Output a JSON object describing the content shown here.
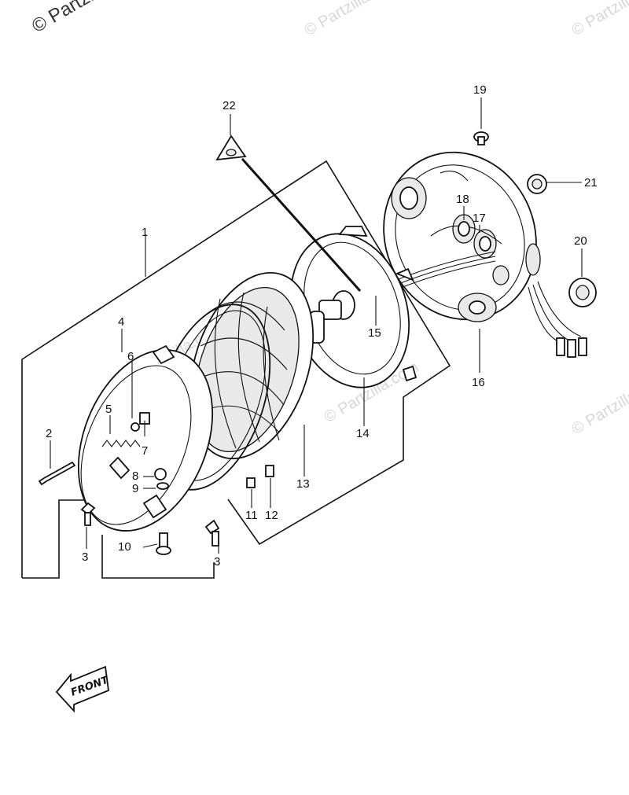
{
  "watermark": {
    "text": "© Partzilla.com",
    "corner_text": "© Partzilla"
  },
  "callouts": [
    {
      "id": "c1",
      "text": "1"
    },
    {
      "id": "c2",
      "text": "2"
    },
    {
      "id": "c3a",
      "text": "3"
    },
    {
      "id": "c3b",
      "text": "3"
    },
    {
      "id": "c4",
      "text": "4"
    },
    {
      "id": "c5",
      "text": "5"
    },
    {
      "id": "c6",
      "text": "6"
    },
    {
      "id": "c7",
      "text": "7"
    },
    {
      "id": "c8",
      "text": "8"
    },
    {
      "id": "c9",
      "text": "9"
    },
    {
      "id": "c10",
      "text": "10"
    },
    {
      "id": "c11",
      "text": "11"
    },
    {
      "id": "c12",
      "text": "12"
    },
    {
      "id": "c13",
      "text": "13"
    },
    {
      "id": "c14",
      "text": "14"
    },
    {
      "id": "c15",
      "text": "15"
    },
    {
      "id": "c16",
      "text": "16"
    },
    {
      "id": "c17",
      "text": "17"
    },
    {
      "id": "c18",
      "text": "18"
    },
    {
      "id": "c19",
      "text": "19"
    },
    {
      "id": "c20",
      "text": "20"
    },
    {
      "id": "c21",
      "text": "21"
    },
    {
      "id": "c22",
      "text": "22"
    }
  ],
  "front_arrow": {
    "label": "FRONT"
  }
}
